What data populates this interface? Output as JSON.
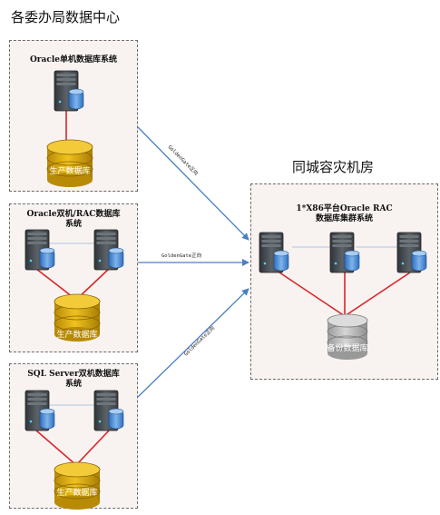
{
  "left_title": "各委办局数据中心",
  "right_title": "同城容灾机房",
  "systems": [
    {
      "label": "Oracle单机数据库系统",
      "db_label": "生产数据库"
    },
    {
      "label_lines": [
        "Oracle双机/RAC数据库",
        "系统"
      ],
      "db_label": "生产数据库"
    },
    {
      "label_lines": [
        "SQL Server双机数据库",
        "系统"
      ],
      "db_label": "生产数据库"
    }
  ],
  "dr": {
    "label_lines": [
      "1*X86平台Oracle RAC",
      "数据库集群系统"
    ],
    "db_label": "备份数据库"
  },
  "links": [
    {
      "label": "GoldenGate正向"
    },
    {
      "label": "GoldenGate正向"
    },
    {
      "label": "GoldenGate正向"
    }
  ],
  "colors": {
    "arrow": "#4a7fc4",
    "red_link": "#d9252a",
    "gold_db": "#d9a90f",
    "grey_db": "#b9b9b9",
    "server": "#4f555b"
  }
}
